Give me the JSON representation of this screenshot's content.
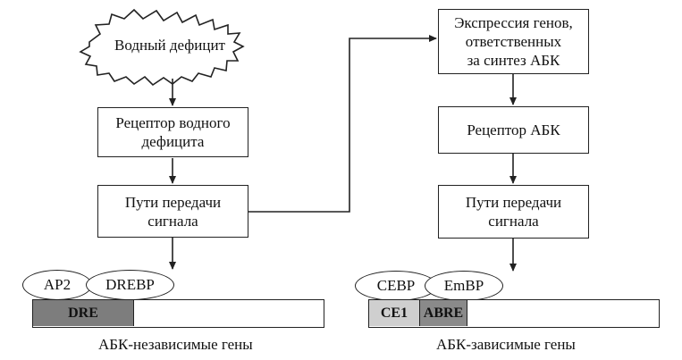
{
  "diagram": {
    "left": {
      "stress_label": "Водный дефицит",
      "receptor": "Рецептор водного\nдефицита",
      "signal": "Пути передачи\nсигнала",
      "tf1": "AP2",
      "tf2": "DREBP",
      "element": "DRE",
      "caption": "АБК-независимые гены"
    },
    "right": {
      "expression": "Экспрессия генов,\nответственных\nза синтез АБК",
      "receptor": "Рецептор АБК",
      "signal": "Пути передачи\nсигнала",
      "tf1": "CEBP",
      "tf2": "EmBP",
      "element1": "CE1",
      "element2": "ABRE",
      "caption": "АБК-зависимые гены"
    },
    "colors": {
      "dre_fill": "#7d7d7d",
      "ce1_fill": "#cfcfcf",
      "abre_fill": "#8a8a8a"
    }
  }
}
